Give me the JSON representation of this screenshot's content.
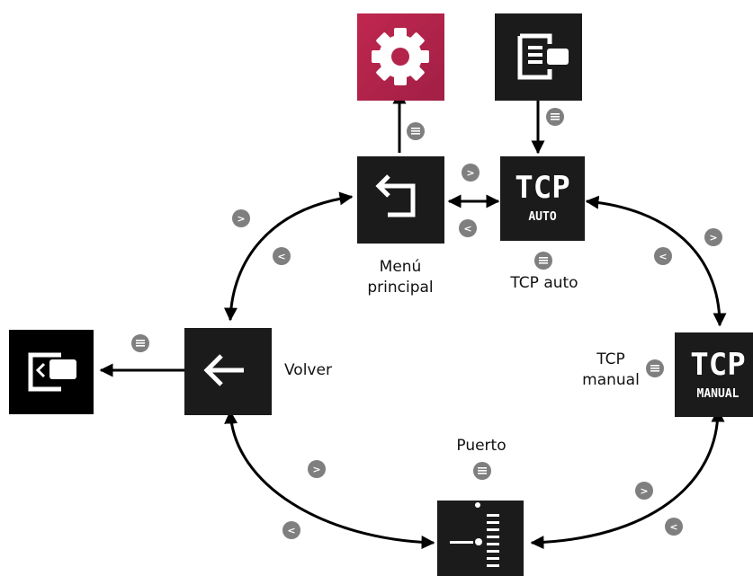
{
  "nodes": {
    "settings": {
      "icon": "gear-icon"
    },
    "monitor": {
      "icon": "list-monitor-icon"
    },
    "main_menu": {
      "icon": "return-arrow-icon",
      "label_line1": "Menú",
      "label_line2": "principal"
    },
    "tcp_auto": {
      "icon": "tcp-auto-icon",
      "big_text": "TCP",
      "small_text": "AUTO",
      "label": "TCP auto"
    },
    "back": {
      "icon": "left-arrow-icon",
      "label": "Volver"
    },
    "exit": {
      "icon": "exit-icon"
    },
    "tcp_manual": {
      "icon": "tcp-manual-icon",
      "big_text": "TCP",
      "small_text": "MANUAL",
      "label_line1": "TCP",
      "label_line2": "manual"
    },
    "port": {
      "icon": "port-icon",
      "label": "Puerto"
    }
  },
  "button_glyphs": {
    "next": ">",
    "prev": "<"
  },
  "colors": {
    "tile": "#1b1b1b",
    "settings_tile": "#b3234a",
    "button": "#7f7f7f",
    "line": "#000000"
  }
}
